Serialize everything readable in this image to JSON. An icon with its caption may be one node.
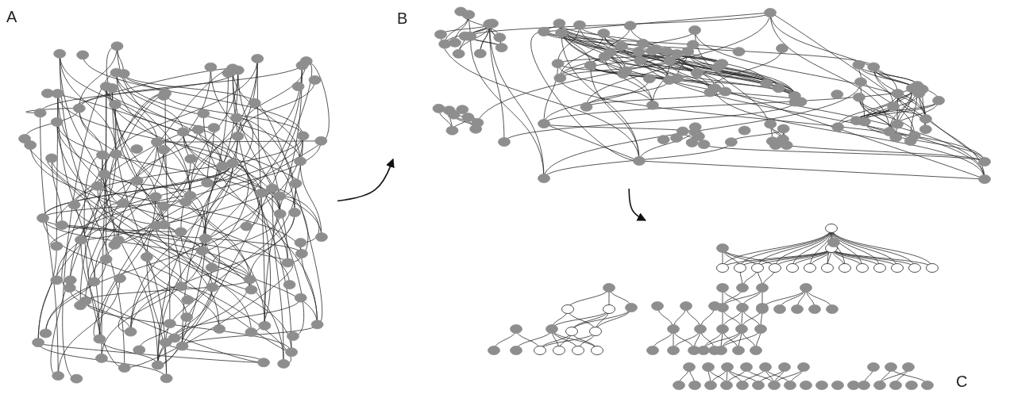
{
  "diagram": {
    "nodes": [
      {
        "text": [
          "A"
        ]
      },
      {
        "text": [
          "B"
        ]
      },
      {
        "text": [
          "C"
        ]
      }
    ],
    "edges": [
      {
        "from": 0,
        "to": 1,
        "arrow": "to"
      },
      {
        "from": 1,
        "to": 2,
        "arrow": "to"
      }
    ]
  }
}
